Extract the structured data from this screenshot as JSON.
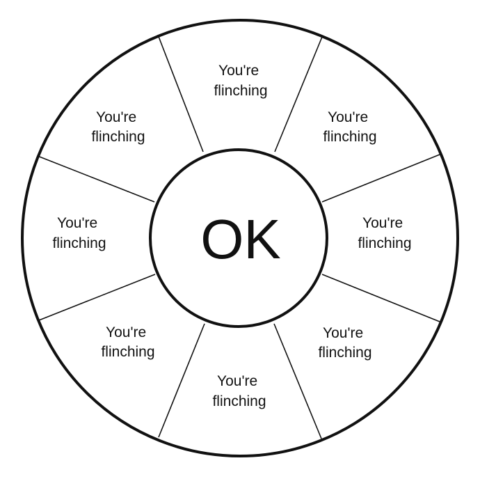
{
  "wheel": {
    "center_text": "OK",
    "segments": [
      {
        "line1": "You're",
        "line2": "flinching"
      },
      {
        "line1": "You're",
        "line2": "flinching"
      },
      {
        "line1": "You're",
        "line2": "flinching"
      },
      {
        "line1": "You're",
        "line2": "flinching"
      },
      {
        "line1": "You're",
        "line2": "flinching"
      },
      {
        "line1": "You're",
        "line2": "flinching"
      },
      {
        "line1": "You're",
        "line2": "flinching"
      },
      {
        "line1": "You're",
        "line2": "flinching"
      }
    ]
  },
  "colors": {
    "stroke": "#111111",
    "background": "#ffffff"
  }
}
